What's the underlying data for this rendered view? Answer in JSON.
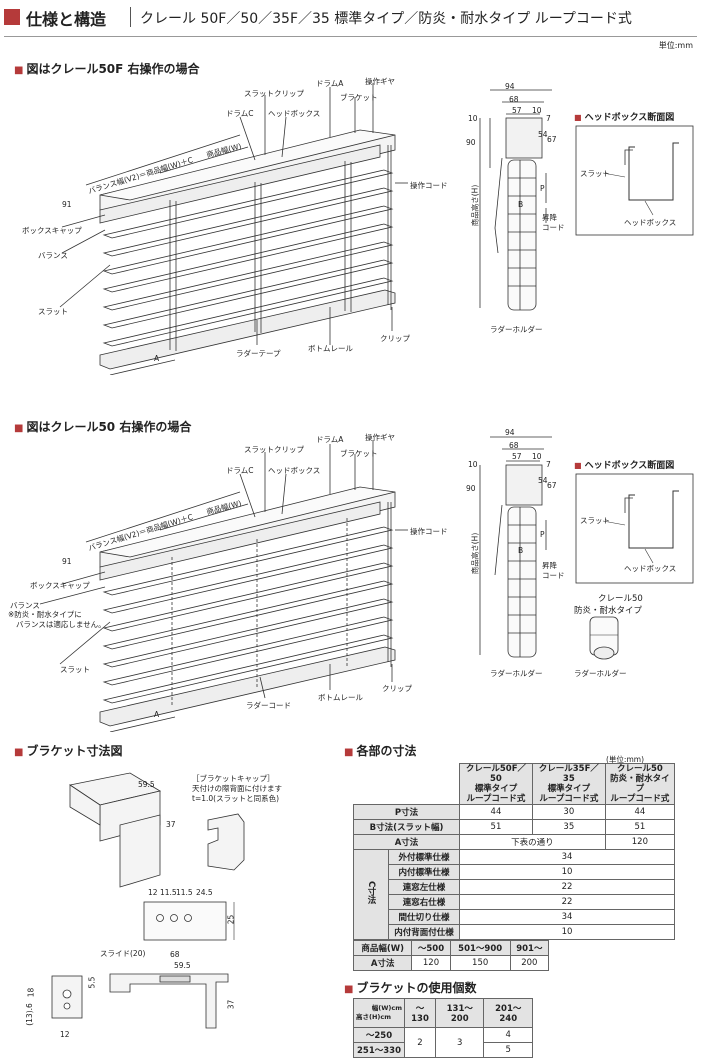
{
  "header": {
    "title": "仕様と構造",
    "subtitle": "クレール 50F／50／35F／35 標準タイプ／防炎・耐水タイプ ループコード式",
    "unit": "単位:mm"
  },
  "diagram1": {
    "title": "図はクレール50F 右操作の場合",
    "labels": {
      "slat_clip": "スラットクリップ",
      "drum_a": "ドラムA",
      "gear": "操作ギヤ",
      "bracket": "ブラケット",
      "drum_c": "ドラムC",
      "headbox": "ヘッドボックス",
      "product_width": "商品幅(W)",
      "valance_width": "バランス幅(V2)＝商品幅(W)＋C",
      "dim_91": "91",
      "box_cap": "ボックスキャップ",
      "valance": "バランス",
      "slat": "スラット",
      "dim_a": "A",
      "ladder_tape": "ラダーテープ",
      "bottom_rail": "ボトムレール",
      "clip": "クリップ",
      "cord": "操作コード"
    }
  },
  "diagram2": {
    "title": "図はクレール50 右操作の場合",
    "labels": {
      "slat_clip": "スラットクリップ",
      "drum_a": "ドラムA",
      "gear": "操作ギヤ",
      "bracket": "ブラケット",
      "drum_c": "ドラムC",
      "headbox": "ヘッドボックス",
      "product_width": "商品幅(W)",
      "valance_width": "バランス幅(V2)＝商品幅(W)＋C",
      "dim_91": "91",
      "box_cap": "ボックスキャップ",
      "valance": "バランス",
      "note1": "※防炎・耐水タイプに",
      "note2": "バランスは適応しません。",
      "slat": "スラット",
      "dim_a": "A",
      "ladder_cord": "ラダーコード",
      "bottom_rail": "ボトムレール",
      "clip": "クリップ",
      "cord": "操作コード"
    }
  },
  "side": {
    "dims": [
      "94",
      "68",
      "57",
      "10",
      "10",
      "7",
      "54",
      "67",
      "90"
    ],
    "height_label": "商品高さ(H)",
    "p": "P",
    "b": "B",
    "lift": "昇降",
    "cord": "コード",
    "holder": "ラダーホルダー"
  },
  "headbox_section": {
    "title": "ヘッドボックス断面図",
    "slat": "スラット",
    "headbox": "ヘッドボックス"
  },
  "fire_type": {
    "line1": "クレール50",
    "line2": "防炎・耐水タイプ",
    "holder": "ラダーホルダー"
  },
  "bracket": {
    "title": "ブラケット寸法図",
    "cap_title": "［ブラケットキャップ］",
    "cap_note1": "天付けの際背面に付けます",
    "cap_note2": "t=1.0(スラットと同系色)",
    "dims": {
      "d595": "59.5",
      "d37": "37",
      "d12": "12",
      "d115a": "11.5",
      "d115b": "11.5",
      "d245": "24.5",
      "d25": "25",
      "slide": "スライド(20)",
      "d68": "68",
      "d595b": "59.5",
      "d55": "5.5",
      "d37b": "37",
      "d18": "18",
      "d136": "(13).6",
      "d12b": "12"
    }
  },
  "dimensions": {
    "title": "各部の寸法",
    "unit": "(単位:mm)",
    "headers": [
      [
        "クレール50F／50",
        "標準タイプ",
        "ループコード式"
      ],
      [
        "クレール35F／35",
        "標準タイプ",
        "ループコード式"
      ],
      [
        "クレール50",
        "防炎・耐水タイプ",
        "ループコード式"
      ]
    ],
    "rows": [
      {
        "label": "P寸法",
        "v": [
          "44",
          "30",
          "44"
        ]
      },
      {
        "label": "B寸法(スラット幅)",
        "v": [
          "51",
          "35",
          "51"
        ]
      },
      {
        "label": "A寸法",
        "span": "下表の通り",
        "last": "120"
      }
    ],
    "c_label": "C寸法",
    "c_rows": [
      {
        "label": "外付標準仕様",
        "v": "34"
      },
      {
        "label": "内付標準仕様",
        "v": "10"
      },
      {
        "label": "連窓左仕様",
        "v": "22"
      },
      {
        "label": "連窓右仕様",
        "v": "22"
      },
      {
        "label": "間仕切り仕様",
        "v": "34"
      },
      {
        "label": "内付背面付仕様",
        "v": "10"
      }
    ]
  },
  "a_table": {
    "headers": [
      "商品幅(W)",
      "〜500",
      "501〜900",
      "901〜"
    ],
    "row_label": "A寸法",
    "values": [
      "120",
      "150",
      "200"
    ]
  },
  "count_table": {
    "title": "ブラケットの使用個数",
    "corner_w": "幅(W)cm",
    "corner_h": "高さ(H)cm",
    "w_headers": [
      "〜130",
      "131〜200",
      "201〜240"
    ],
    "h_rows": [
      "〜250",
      "251〜330"
    ],
    "v1": "2",
    "v2": "3",
    "v3a": "4",
    "v3b": "5"
  }
}
